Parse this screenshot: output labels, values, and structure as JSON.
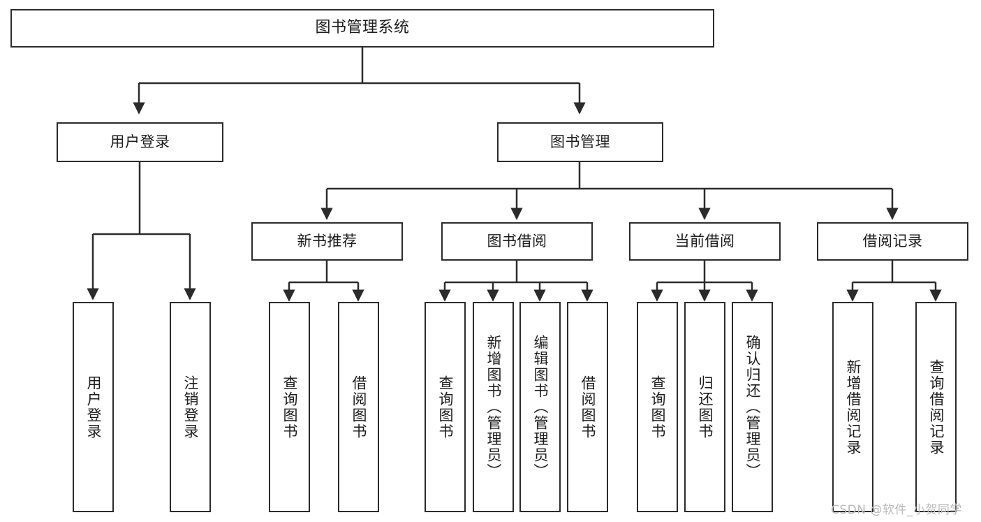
{
  "diagram": {
    "title": "图书管理系统",
    "type": "tree-hierarchy",
    "colors": {
      "background": "#ffffff",
      "stroke": "#2b2b2b",
      "text": "#1c1c1c",
      "watermark": "#b9b9b9"
    },
    "root": {
      "label": "图书管理系统"
    },
    "level2": [
      {
        "label": "用户登录"
      },
      {
        "label": "图书管理"
      }
    ],
    "level3": [
      {
        "label": "新书推荐"
      },
      {
        "label": "图书借阅"
      },
      {
        "label": "当前借阅"
      },
      {
        "label": "借阅记录"
      }
    ],
    "leaves": {
      "user_login": [
        {
          "label": "用户登录"
        },
        {
          "label": "注销登录"
        }
      ],
      "new_book_recommend": [
        {
          "label": "查询图书"
        },
        {
          "label": "借阅图书"
        }
      ],
      "book_borrow": [
        {
          "label": "查询图书"
        },
        {
          "label": "新增图书（管理员）"
        },
        {
          "label": "编辑图书（管理员）"
        },
        {
          "label": "借阅图书"
        }
      ],
      "current_borrow": [
        {
          "label": "查询图书"
        },
        {
          "label": "归还图书"
        },
        {
          "label": "确认归还（管理员）"
        }
      ],
      "borrow_record": [
        {
          "label": "新增借阅记录"
        },
        {
          "label": "查询借阅记录"
        }
      ]
    }
  },
  "watermark": {
    "text": "CSDN @软件_小贺同学"
  }
}
